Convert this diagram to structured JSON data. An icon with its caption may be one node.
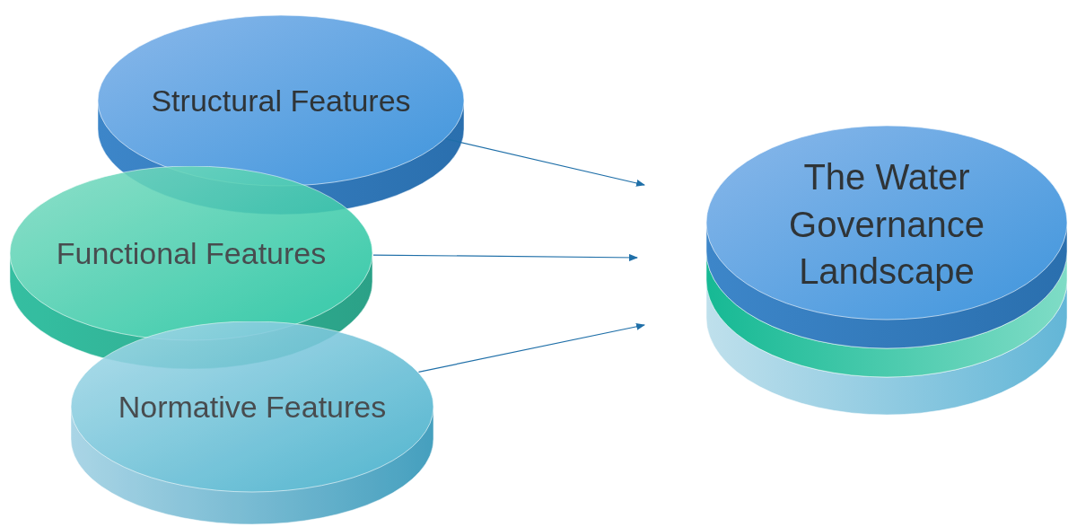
{
  "diagram": {
    "nodes": [
      {
        "text": [
          "Structural Features"
        ]
      },
      {
        "text": [
          "Functional Features"
        ]
      },
      {
        "text": [
          "Normative Features"
        ]
      },
      {
        "text": [
          "The Water Governance Landscape"
        ]
      }
    ],
    "edges": [
      {
        "from": 0,
        "to": null,
        "arrow": "to"
      },
      {
        "from": 1,
        "to": null,
        "arrow": "to"
      },
      {
        "from": 2,
        "to": null,
        "arrow": "to"
      }
    ]
  }
}
